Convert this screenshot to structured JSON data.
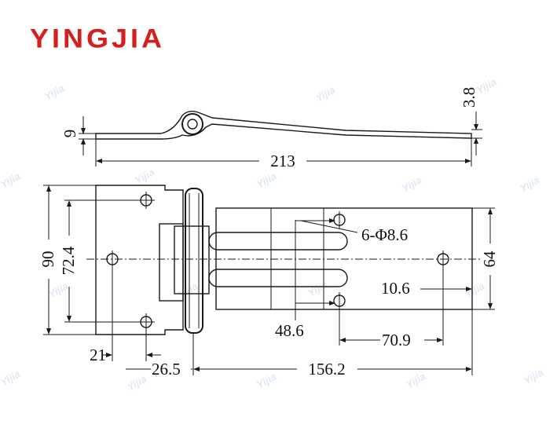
{
  "brand": {
    "name": "YINGJIA",
    "color": "#d41f1f"
  },
  "watermark": "Yijia",
  "dimensions": {
    "thickness": "9",
    "pin_height": "3.8",
    "overall_length": "213",
    "height": "90",
    "hole_spacing_left": "72.4",
    "plate_width_right": "64",
    "holes": "6-Φ8.6",
    "hole_offset_edge": "10.6",
    "slot_distance": "48.6",
    "hole_spacing_right": "70.9",
    "left_hole_offset": "21",
    "left_leaf_width": "26.5",
    "right_leaf_length": "156.2"
  }
}
